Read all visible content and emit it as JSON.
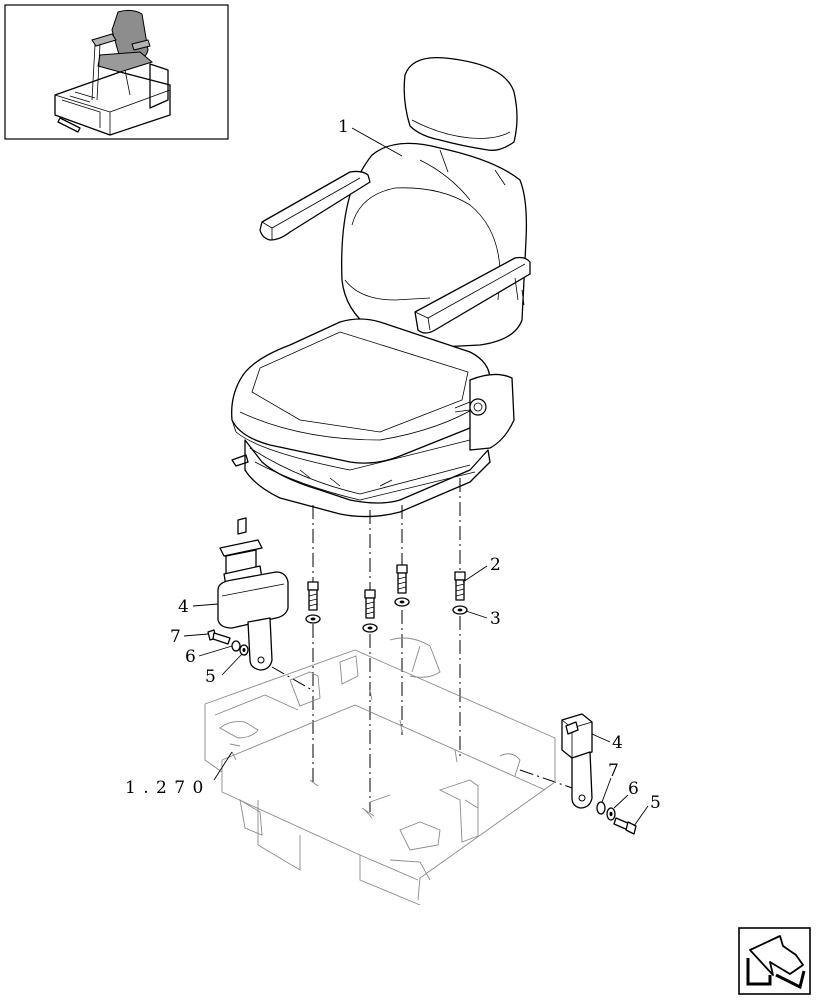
{
  "callouts": [
    {
      "id": "seat",
      "text": "1"
    },
    {
      "id": "bolt",
      "text": "2"
    },
    {
      "id": "washer",
      "text": "3"
    },
    {
      "id": "belt-left",
      "text": "4"
    },
    {
      "id": "screw-left",
      "text": "5"
    },
    {
      "id": "washer-left",
      "text": "6"
    },
    {
      "id": "bolt-left",
      "text": "7"
    },
    {
      "id": "belt-right",
      "text": "4"
    },
    {
      "id": "washer-right-a",
      "text": "7"
    },
    {
      "id": "washer-right-b",
      "text": "6"
    },
    {
      "id": "screw-right",
      "text": "5"
    }
  ],
  "reference": "1 . 2 7 0",
  "icons": {
    "thumbnail": "machine-overview-thumbnail",
    "nav": "next-page-arrow-icon"
  }
}
